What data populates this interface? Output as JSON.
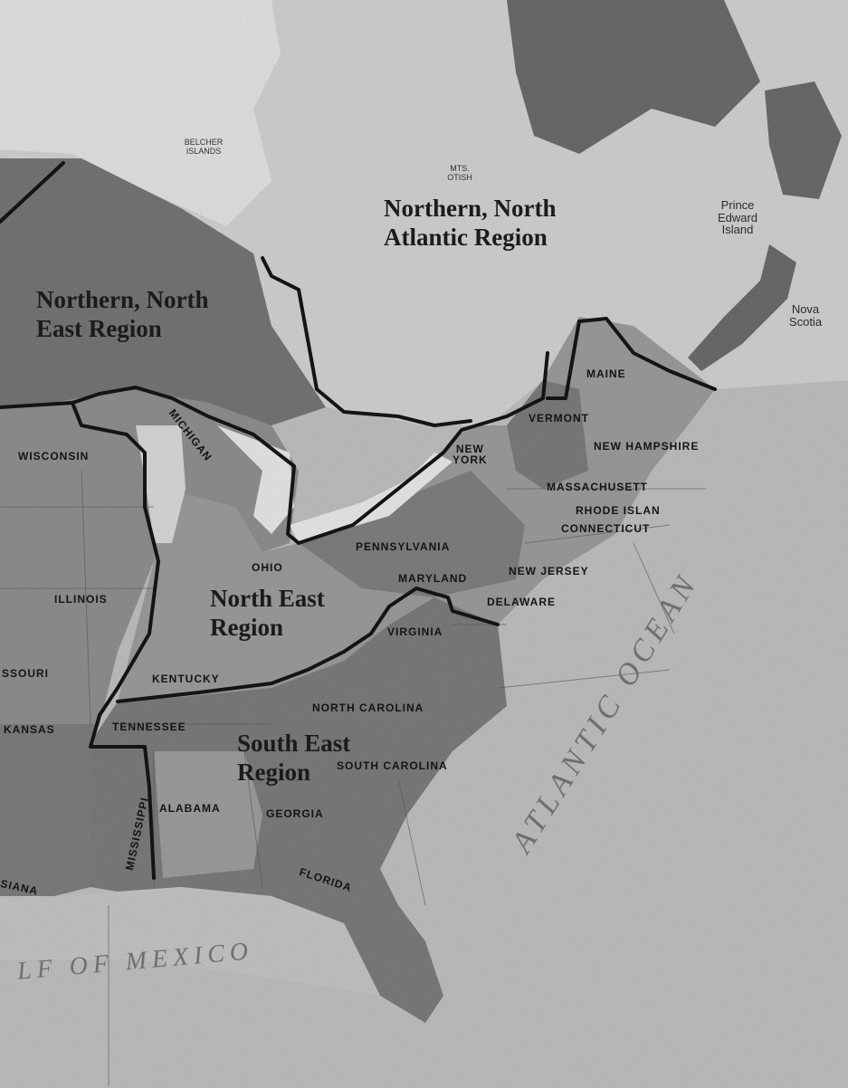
{
  "map": {
    "regions": [
      {
        "id": "northern-north-atlantic",
        "label": "Northern, North\nAtlantic Region"
      },
      {
        "id": "northern-north-east",
        "label": "Northern, North\nEast Region"
      },
      {
        "id": "north-east",
        "label": "North East\nRegion"
      },
      {
        "id": "south-east",
        "label": "South East\nRegion"
      }
    ],
    "states": {
      "wisconsin": "WISCONSIN",
      "michigan": "MICHIGAN",
      "ohio": "OHIO",
      "illinois": "ILLINOIS",
      "missouri": "SSOURI",
      "kansas": "KANSAS",
      "kentucky": "KENTUCKY",
      "tennessee": "TENNESSEE",
      "mississippi": "MISSISSIPPI",
      "alabama": "ALABAMA",
      "georgia": "GEORGIA",
      "florida": "FLORIDA",
      "louisiana": "SIANA",
      "pennsylvania": "PENNSYLVANIA",
      "new_york": "NEW\nYORK",
      "vermont": "VERMONT",
      "maine": "MAINE",
      "new_hampshire": "NEW HAMPSHIRE",
      "massachusetts": "MASSACHUSETT",
      "rhode_island": "RHODE ISLAN",
      "connecticut": "CONNECTICUT",
      "new_jersey": "NEW JERSEY",
      "maryland": "MARYLAND",
      "delaware": "DELAWARE",
      "virginia": "VIRGINIA",
      "north_carolina": "NORTH CAROLINA",
      "south_carolina": "SOUTH CAROLINA"
    },
    "provinces": {
      "prince_edward_island": "Prince\nEdward\nIsland",
      "nova_scotia": "Nova\nScotia"
    },
    "features": {
      "belcher_islands": "BELCHER\nISLANDS",
      "mts_otish": "MTS.\nOTISH"
    },
    "water": {
      "atlantic_ocean": "ATLANTIC OCEAN",
      "gulf_of_mexico": "LF OF MEXICO"
    },
    "colors": {
      "land_light": "#c8c8c8",
      "land_mid": "#9a9a9a",
      "land_dark": "#6e6e6e",
      "water": "#bcbcbc",
      "boundary": "#1a1a1a"
    }
  }
}
